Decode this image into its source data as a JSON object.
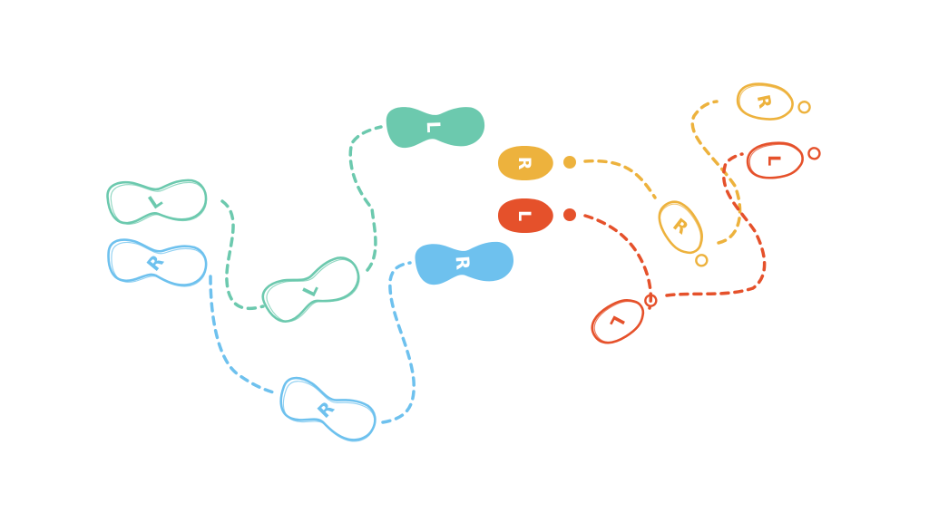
{
  "colors": {
    "green": "#6CC9AE",
    "blue": "#6EC1EE",
    "yellow": "#EDB23D",
    "red": "#E5512B"
  },
  "prints": {
    "green_left_1": "L",
    "green_left_2": "L",
    "green_left_3": "L",
    "blue_right_1": "R",
    "blue_right_2": "R",
    "blue_right_3": "R",
    "yellow_right_1": "R",
    "yellow_right_2": "R",
    "yellow_right_3": "R",
    "red_left_1": "L",
    "red_left_2": "L",
    "red_left_3": "L"
  }
}
